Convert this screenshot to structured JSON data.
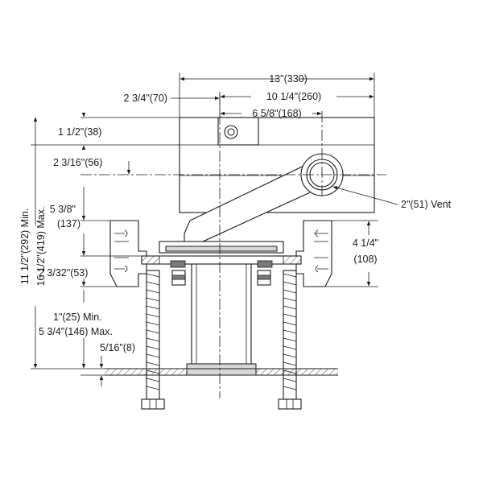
{
  "dimensions": {
    "overall_width": "13\"(330)",
    "left_offset": "2 3/4\"(70)",
    "vent_offset": "10 1/4\"(260)",
    "mid_offset": "6 5/8\"(168)",
    "top_height": "1 1/2\"(38)",
    "vent_height": "2 3/16\"(56)",
    "overall_min": "11 1/2\"(292) Min.",
    "overall_max": "16 1/2\"(419) Max.",
    "bracket_height_a": "5 3/8\"",
    "bracket_height_b": "(137)",
    "clamp_height": "2 3/32\"(53)",
    "adjust_min": "1\"(25) Min.",
    "adjust_max": "5 3/4\"(146) Max.",
    "floor_thickness": "5/16\"(8)",
    "right_height_a": "4 1/4\"",
    "right_height_b": "(108)"
  },
  "callouts": {
    "vent": "2\"(51) Vent"
  }
}
